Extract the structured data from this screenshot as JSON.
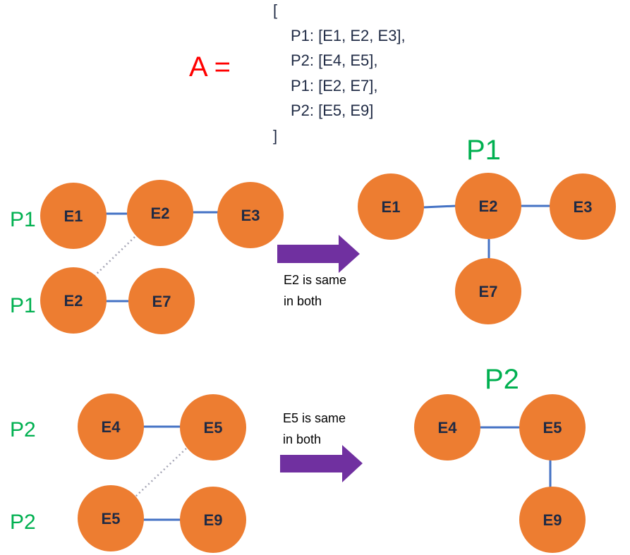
{
  "colors": {
    "node_fill": "#ED7D31",
    "node_text": "#1F2A44",
    "edge": "#4472C4",
    "dotted": "#A5A5B5",
    "arrow": "#7030A0",
    "group_label": "#00B050",
    "a_label": "#FF0000",
    "code_text": "#1F2A44"
  },
  "definition": {
    "label": "A =",
    "open": "[",
    "lines": [
      "P1: [E1, E2, E3],",
      "P2: [E4, E5],",
      "P1: [E2, E7],",
      "P2: [E5, E9]"
    ],
    "close": "]"
  },
  "nodes": {
    "n1": "E1",
    "n2": "E2",
    "n3": "E3",
    "n4": "E2",
    "n5": "E7",
    "n6": "E1",
    "n7": "E2",
    "n8": "E3",
    "n9": "E7",
    "n10": "E4",
    "n11": "E5",
    "n12": "E5",
    "n13": "E9",
    "n14": "E4",
    "n15": "E5",
    "n16": "E9"
  },
  "group_labels": {
    "left_p1_top": "P1",
    "left_p1_bottom": "P1",
    "left_p2_top": "P2",
    "left_p2_bottom": "P2",
    "right_p1": "P1",
    "right_p2": "P2"
  },
  "notes": {
    "p1_line1": "E2 is same",
    "p1_line2": "in both",
    "p2_line1": "E5 is same",
    "p2_line2": "in both"
  }
}
